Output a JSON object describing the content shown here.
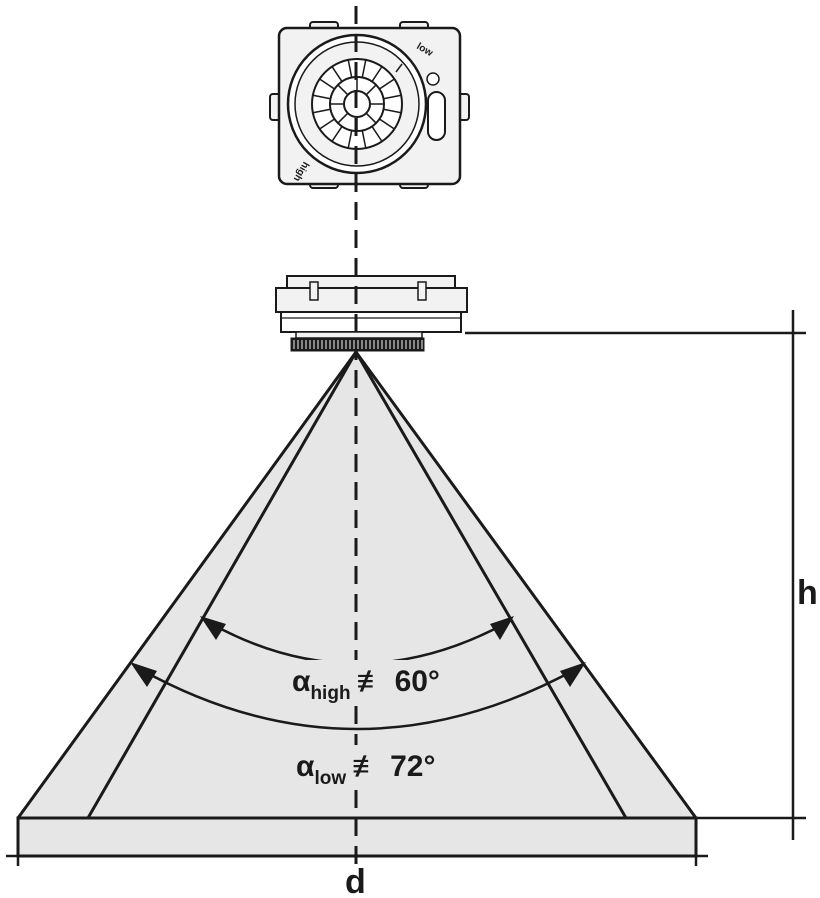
{
  "sensor_labels": {
    "low": "low",
    "high": "high"
  },
  "angles": {
    "high": {
      "symbol": "α",
      "subscript": "high",
      "relation": "≢",
      "value": "60°"
    },
    "low": {
      "symbol": "α",
      "subscript": "low",
      "relation": "≢",
      "value": "72°"
    }
  },
  "dimensions": {
    "height": "h",
    "diameter": "d"
  },
  "colors": {
    "cone_fill": "#e6e6e6",
    "line": "#1a1a1a",
    "device_fill": "#f2f2f2"
  }
}
